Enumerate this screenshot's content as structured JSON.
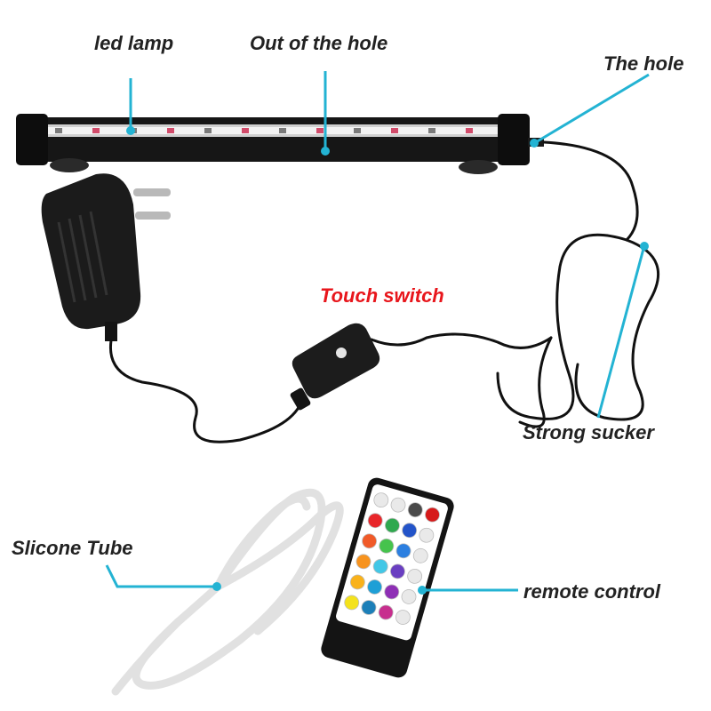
{
  "labels": {
    "led_lamp": "led lamp",
    "out_of_hole": "Out of the hole",
    "the_hole": "The hole",
    "touch_switch": "Touch switch",
    "strong_sucker": "Strong sucker",
    "silicone_tube": "Slicone Tube",
    "remote_control": "remote control"
  },
  "colors": {
    "leader_line": "#23b3d3",
    "touch_switch_text": "#e8161c",
    "label_text": "#222222",
    "device_body": "#1a1a1a"
  },
  "remote_buttons": [
    [
      "#e9e9e9",
      "#e9e9e9",
      "#4a4a4a",
      "#d61a1a"
    ],
    [
      "#e8262a",
      "#2fa84f",
      "#2354c9",
      "#e9e9e9"
    ],
    [
      "#f05a28",
      "#46c34d",
      "#2c7fe0",
      "#e9e9e9"
    ],
    [
      "#f7931e",
      "#42c7e6",
      "#6a3fc1",
      "#e9e9e9"
    ],
    [
      "#f9b21b",
      "#1e9fd6",
      "#8e2fb5",
      "#e9e9e9"
    ],
    [
      "#f4e21c",
      "#1c7fb8",
      "#c72f8e",
      "#e9e9e9"
    ]
  ]
}
